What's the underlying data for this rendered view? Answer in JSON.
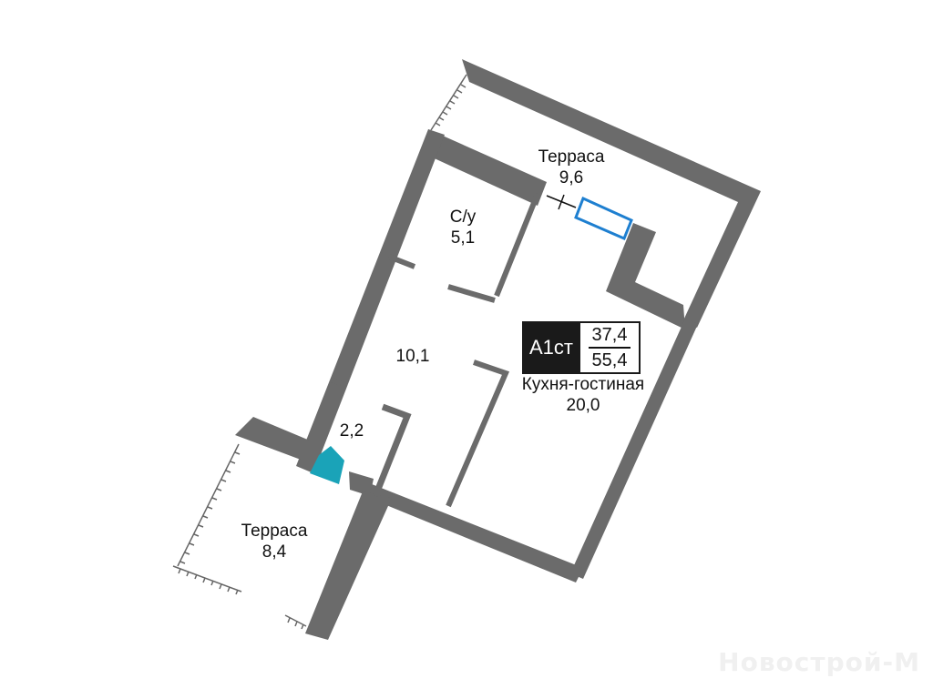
{
  "plan": {
    "rooms": [
      {
        "id": "terrace-top",
        "name": "Терраса",
        "area": "9,6"
      },
      {
        "id": "bathroom",
        "name": "С/у",
        "area": "5,1"
      },
      {
        "id": "hallway",
        "name": "",
        "area": "10,1"
      },
      {
        "id": "closet",
        "name": "",
        "area": "2,2"
      },
      {
        "id": "kitchen-living",
        "name": "Кухня-гостиная",
        "area": "20,0"
      },
      {
        "id": "terrace-bottom",
        "name": "Терраса",
        "area": "8,4"
      }
    ],
    "badge": {
      "code": "А1ст",
      "living_area": "37,4",
      "total_area": "55,4"
    },
    "colors": {
      "wall": "#6b6b6b",
      "accent": "#1aa3b8",
      "window": "#1e7fd0",
      "badge": "#1a1a1a"
    }
  },
  "watermark": "Новострой-М"
}
